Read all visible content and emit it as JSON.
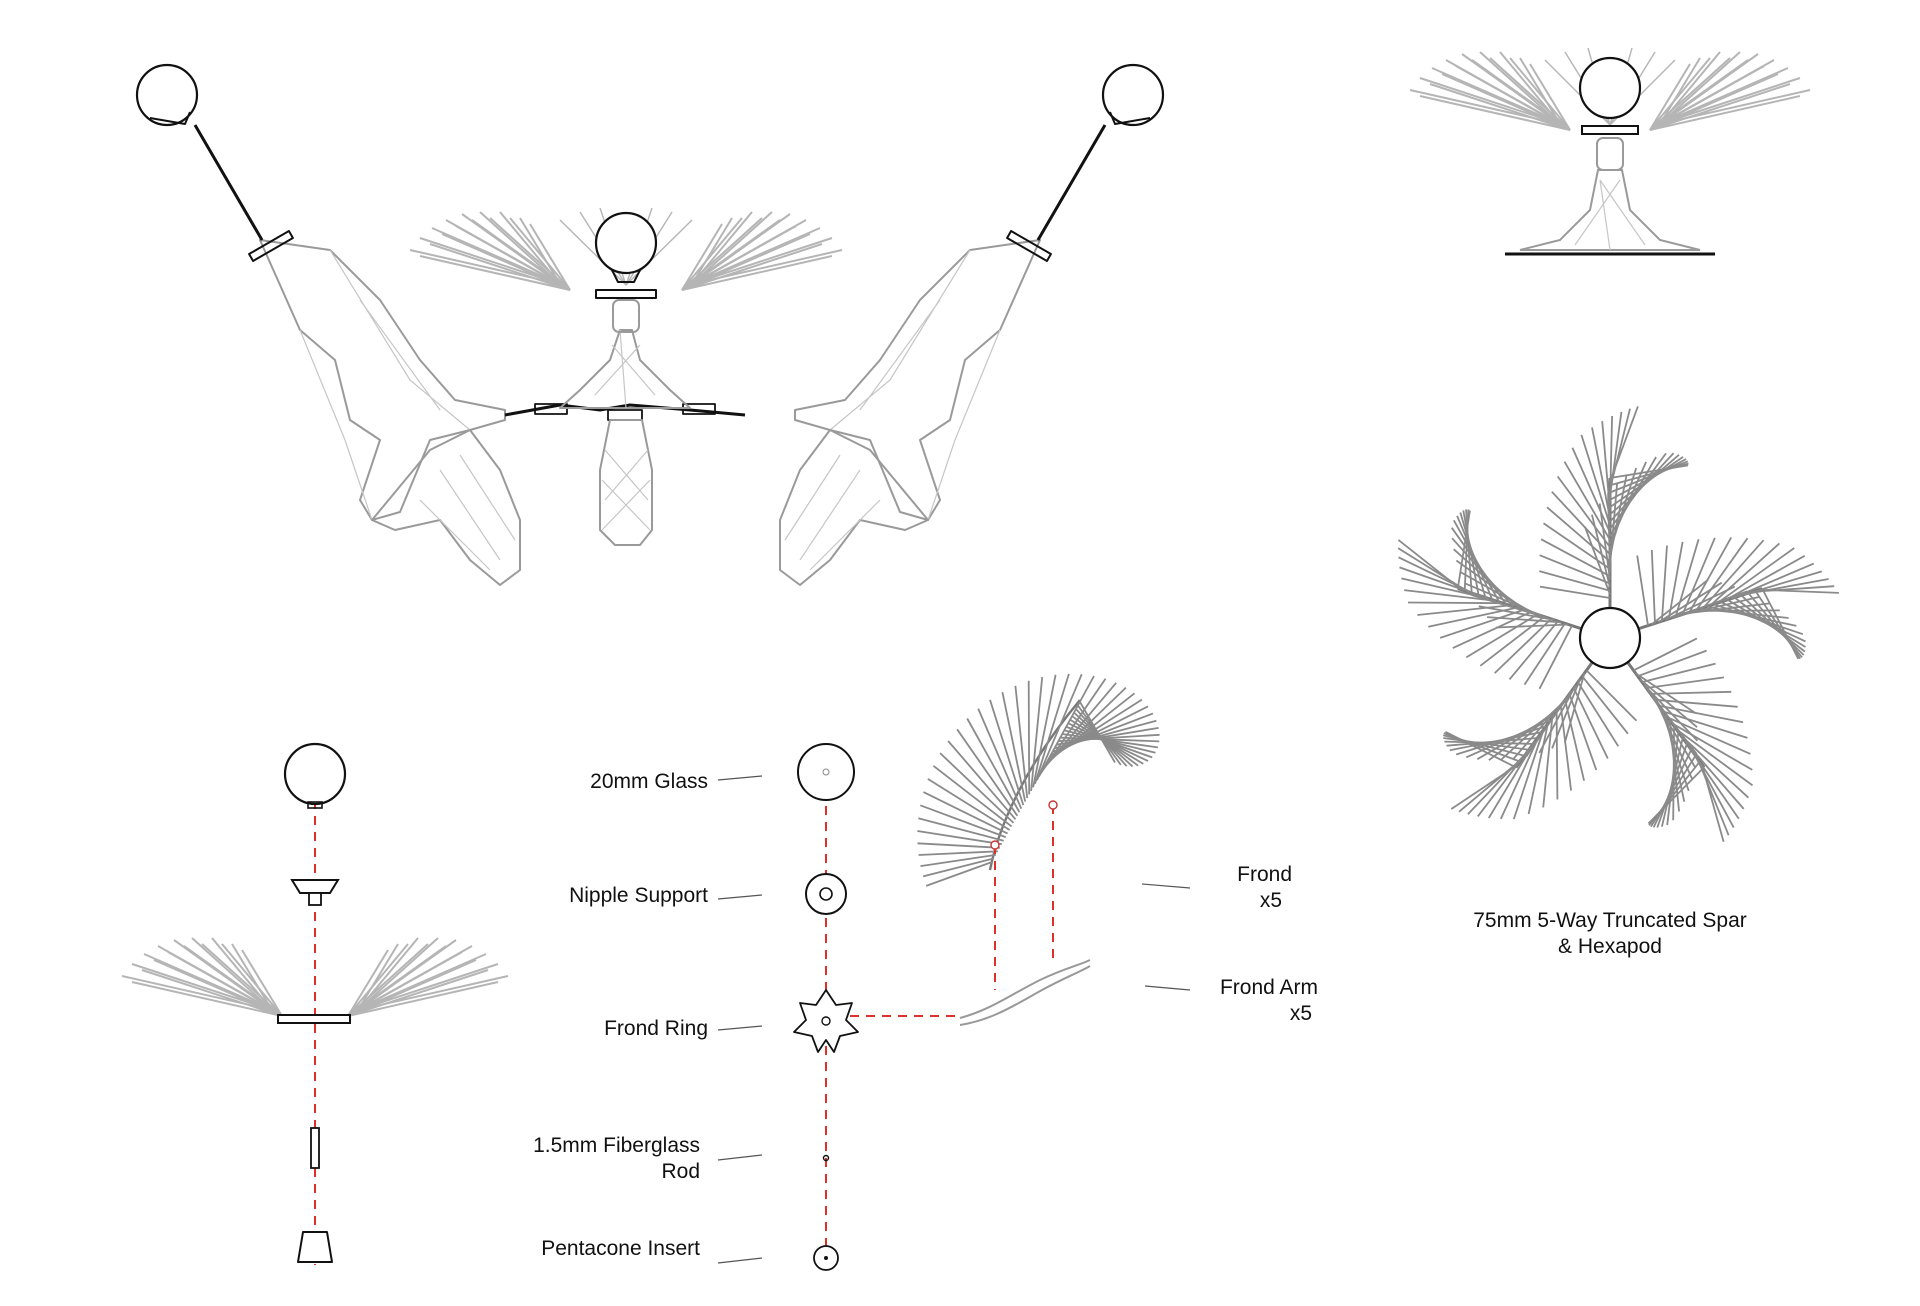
{
  "labels": {
    "glass": "20mm Glass",
    "nipple_support": "Nipple Support",
    "frond_ring": "Frond Ring",
    "rod_line1": "1.5mm Fiberglass",
    "rod_line2": "Rod",
    "pentacone": "Pentacone Insert",
    "frond_line1": "Frond",
    "frond_line2": "x5",
    "frond_arm_line1": "Frond Arm",
    "frond_arm_line2": "x5",
    "spar_line1": "75mm 5-Way Truncated Spar",
    "spar_line2": "& Hexapod"
  },
  "colors": {
    "line": "#111111",
    "structure": "#9a9a9a",
    "frond": "#b5b5b5",
    "axis": "#e0302a"
  }
}
